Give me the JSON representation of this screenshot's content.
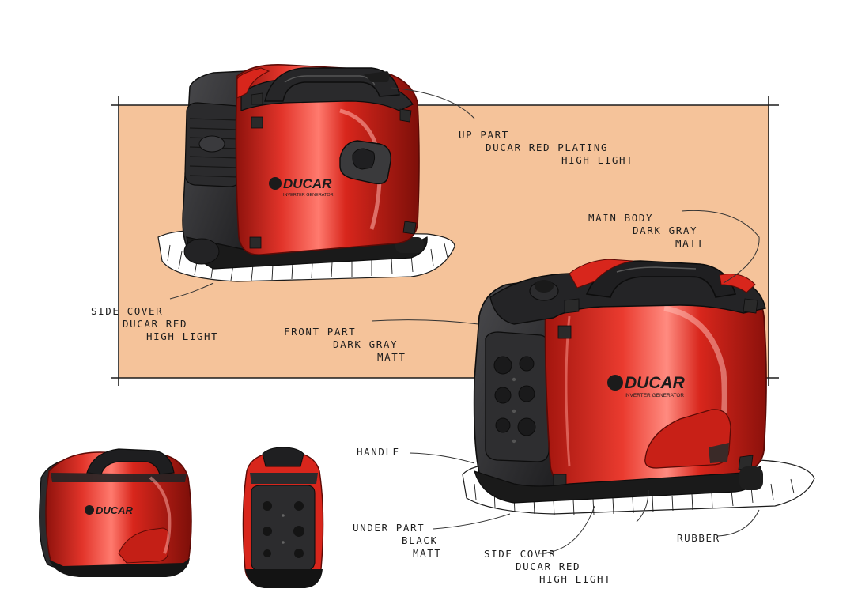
{
  "colors": {
    "backdrop": "#f5c39a",
    "ducar_red": "#d8261c",
    "dark_gray": "#2f2f31",
    "black": "#111111"
  },
  "brand": {
    "logo": "DUCAR",
    "tagline": "INVERTER GENERATOR"
  },
  "annotations": {
    "up_part": [
      "UP PART",
      "DUCAR RED PLATING",
      "HIGH LIGHT"
    ],
    "main_body": [
      "MAIN BODY",
      "DARK GRAY",
      "MATT"
    ],
    "side_cover_top": [
      "SIDE COVER",
      "DUCAR RED",
      "HIGH LIGHT"
    ],
    "front_part": [
      "FRONT PART",
      "DARK GRAY",
      "MATT"
    ],
    "handle": [
      "HANDLE"
    ],
    "under_part": [
      "UNDER PART",
      "BLACK",
      "MATT"
    ],
    "side_cover_bottom": [
      "SIDE COVER",
      "DUCAR RED",
      "HIGH LIGHT"
    ],
    "rubber": [
      "RUBBER"
    ]
  }
}
